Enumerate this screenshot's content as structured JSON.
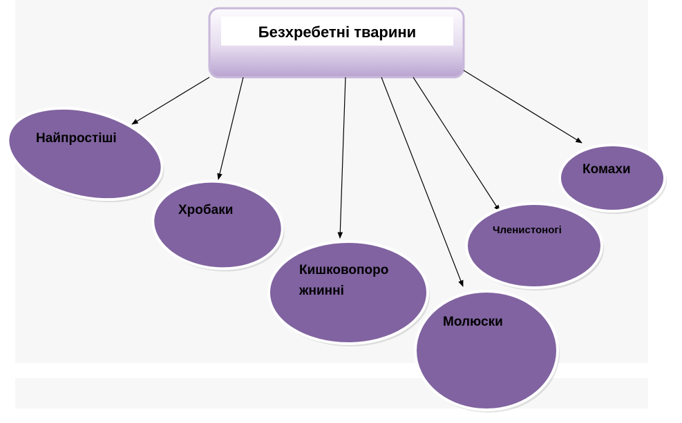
{
  "title": "Безхребетні тварини",
  "groups": [
    {
      "id": "naiprostishi",
      "lines": [
        "Найпростіші"
      ]
    },
    {
      "id": "khrobaky",
      "lines": [
        "Хробаки"
      ]
    },
    {
      "id": "kyshkovoporozhynni",
      "lines": [
        "Кишковопоро",
        "жнинні"
      ]
    },
    {
      "id": "molyusky",
      "lines": [
        "Молюски"
      ]
    },
    {
      "id": "chlenystonohi",
      "lines": [
        "Членистоногі"
      ]
    },
    {
      "id": "komakhy",
      "lines": [
        "Комахи"
      ]
    }
  ],
  "colors": {
    "node_fill": "#8063a0",
    "node_edge": "#ffffff",
    "title_box_top": "#ffffff",
    "title_box_bottom": "#c9b9dd",
    "arrow": "#000000"
  }
}
